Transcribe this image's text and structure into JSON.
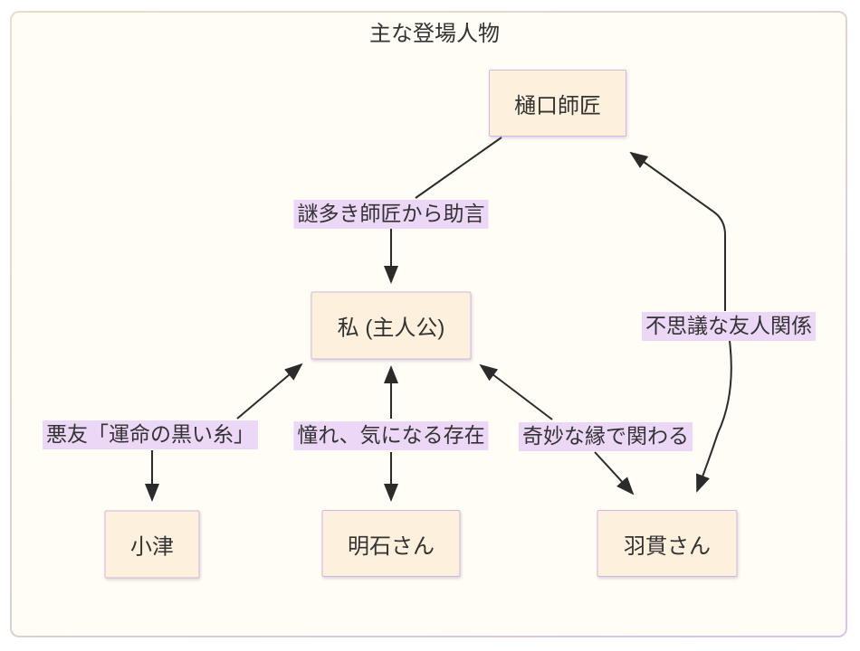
{
  "diagram": {
    "title": "主な登場人物",
    "type": "flowchart",
    "nodes": [
      {
        "id": "higuchi",
        "label": "樋口師匠"
      },
      {
        "id": "watashi",
        "label": "私 (主人公)"
      },
      {
        "id": "ozu",
        "label": "小津"
      },
      {
        "id": "akashi",
        "label": "明石さん"
      },
      {
        "id": "hanuki",
        "label": "羽貫さん"
      }
    ],
    "edges": [
      {
        "from": "樋口師匠",
        "to": "私 (主人公)",
        "label": "謎多き師匠から助言",
        "direction": "one-way"
      },
      {
        "from": "私 (主人公)",
        "to": "小津",
        "label": "悪友「運命の黒い糸」",
        "direction": "two-way"
      },
      {
        "from": "私 (主人公)",
        "to": "明石さん",
        "label": "憧れ、気になる存在",
        "direction": "two-way"
      },
      {
        "from": "私 (主人公)",
        "to": "羽貫さん",
        "label": "奇妙な縁で関わる",
        "direction": "two-way"
      },
      {
        "from": "羽貫さん",
        "to": "樋口師匠",
        "label": "不思議な友人関係",
        "direction": "two-way"
      }
    ],
    "colors": {
      "canvas_bg": "#fffdf6",
      "node_fill": "#fdf0dd",
      "node_border": "#d0b9e0",
      "edge_label_bg": "#ecd7f7",
      "line": "#2b2b2b",
      "text": "#333333",
      "frame_border_warm": "#e7dfc8",
      "frame_border_purple": "#d9c2ec"
    }
  }
}
